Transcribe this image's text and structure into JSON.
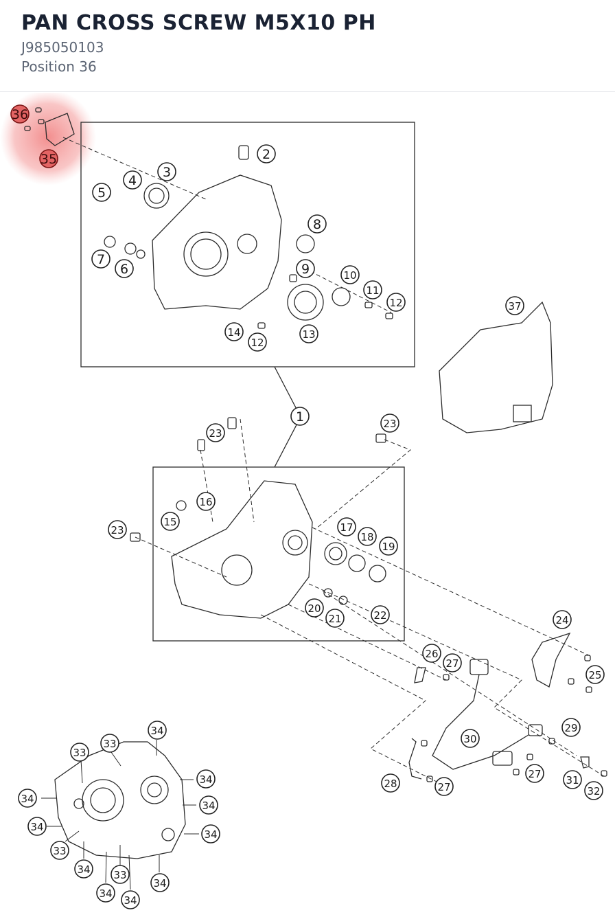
{
  "header": {
    "title": "PAN CROSS SCREW M5X10 PH",
    "part_number": "J985050103",
    "position": "Position 36"
  },
  "diagram": {
    "highlight_color": "#f28b8b",
    "line_color": "#2b2b2b",
    "callouts": {
      "c36": "36",
      "c35": "35",
      "c2": "2",
      "c3": "3",
      "c4": "4",
      "c5": "5",
      "c8": "8",
      "c7": "7",
      "c6": "6",
      "c9": "9",
      "c10": "10",
      "c11": "11",
      "c12a": "12",
      "c13": "13",
      "c14": "14",
      "c12b": "12",
      "c37": "37",
      "c1": "1",
      "c23a": "23",
      "c23b": "23",
      "c23c": "23",
      "c16": "16",
      "c15": "15",
      "c17": "17",
      "c18": "18",
      "c19": "19",
      "c20": "20",
      "c21": "21",
      "c22": "22",
      "c24": "24",
      "c25": "25",
      "c26": "26",
      "c27a": "27",
      "c29": "29",
      "c30": "30",
      "c27b": "27",
      "c31": "31",
      "c32": "32",
      "c28": "28",
      "c27c": "27",
      "c34a": "34",
      "c33a": "33",
      "c33b": "33",
      "c34b": "34",
      "c34c": "34",
      "c34d": "34",
      "c34e": "34",
      "c34f": "34",
      "c33c": "33",
      "c34g": "34",
      "c33d": "33",
      "c34h": "34",
      "c34i": "34",
      "c34j": "34"
    }
  }
}
